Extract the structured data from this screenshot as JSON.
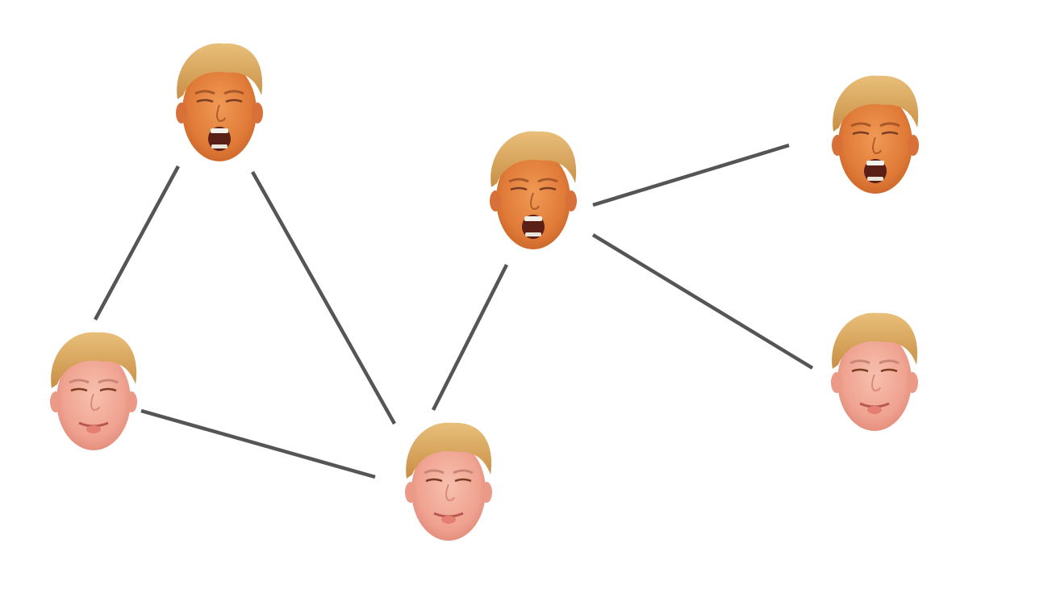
{
  "graph": {
    "nodes": [
      {
        "id": "n1",
        "expression": "shouting"
      },
      {
        "id": "n2",
        "expression": "smiling"
      },
      {
        "id": "n3",
        "expression": "smiling"
      },
      {
        "id": "n4",
        "expression": "shouting"
      },
      {
        "id": "n5",
        "expression": "shouting"
      },
      {
        "id": "n6",
        "expression": "smiling"
      }
    ],
    "edges": [
      {
        "from": "n1",
        "to": "n2"
      },
      {
        "from": "n1",
        "to": "n3"
      },
      {
        "from": "n2",
        "to": "n3"
      },
      {
        "from": "n3",
        "to": "n4"
      },
      {
        "from": "n4",
        "to": "n5"
      },
      {
        "from": "n4",
        "to": "n6"
      }
    ]
  },
  "colors": {
    "edge": "#555555",
    "shouting_skin": "#e07a38",
    "smiling_skin": "#f0a290",
    "hair": "#d9a35a",
    "background": "#ffffff"
  }
}
